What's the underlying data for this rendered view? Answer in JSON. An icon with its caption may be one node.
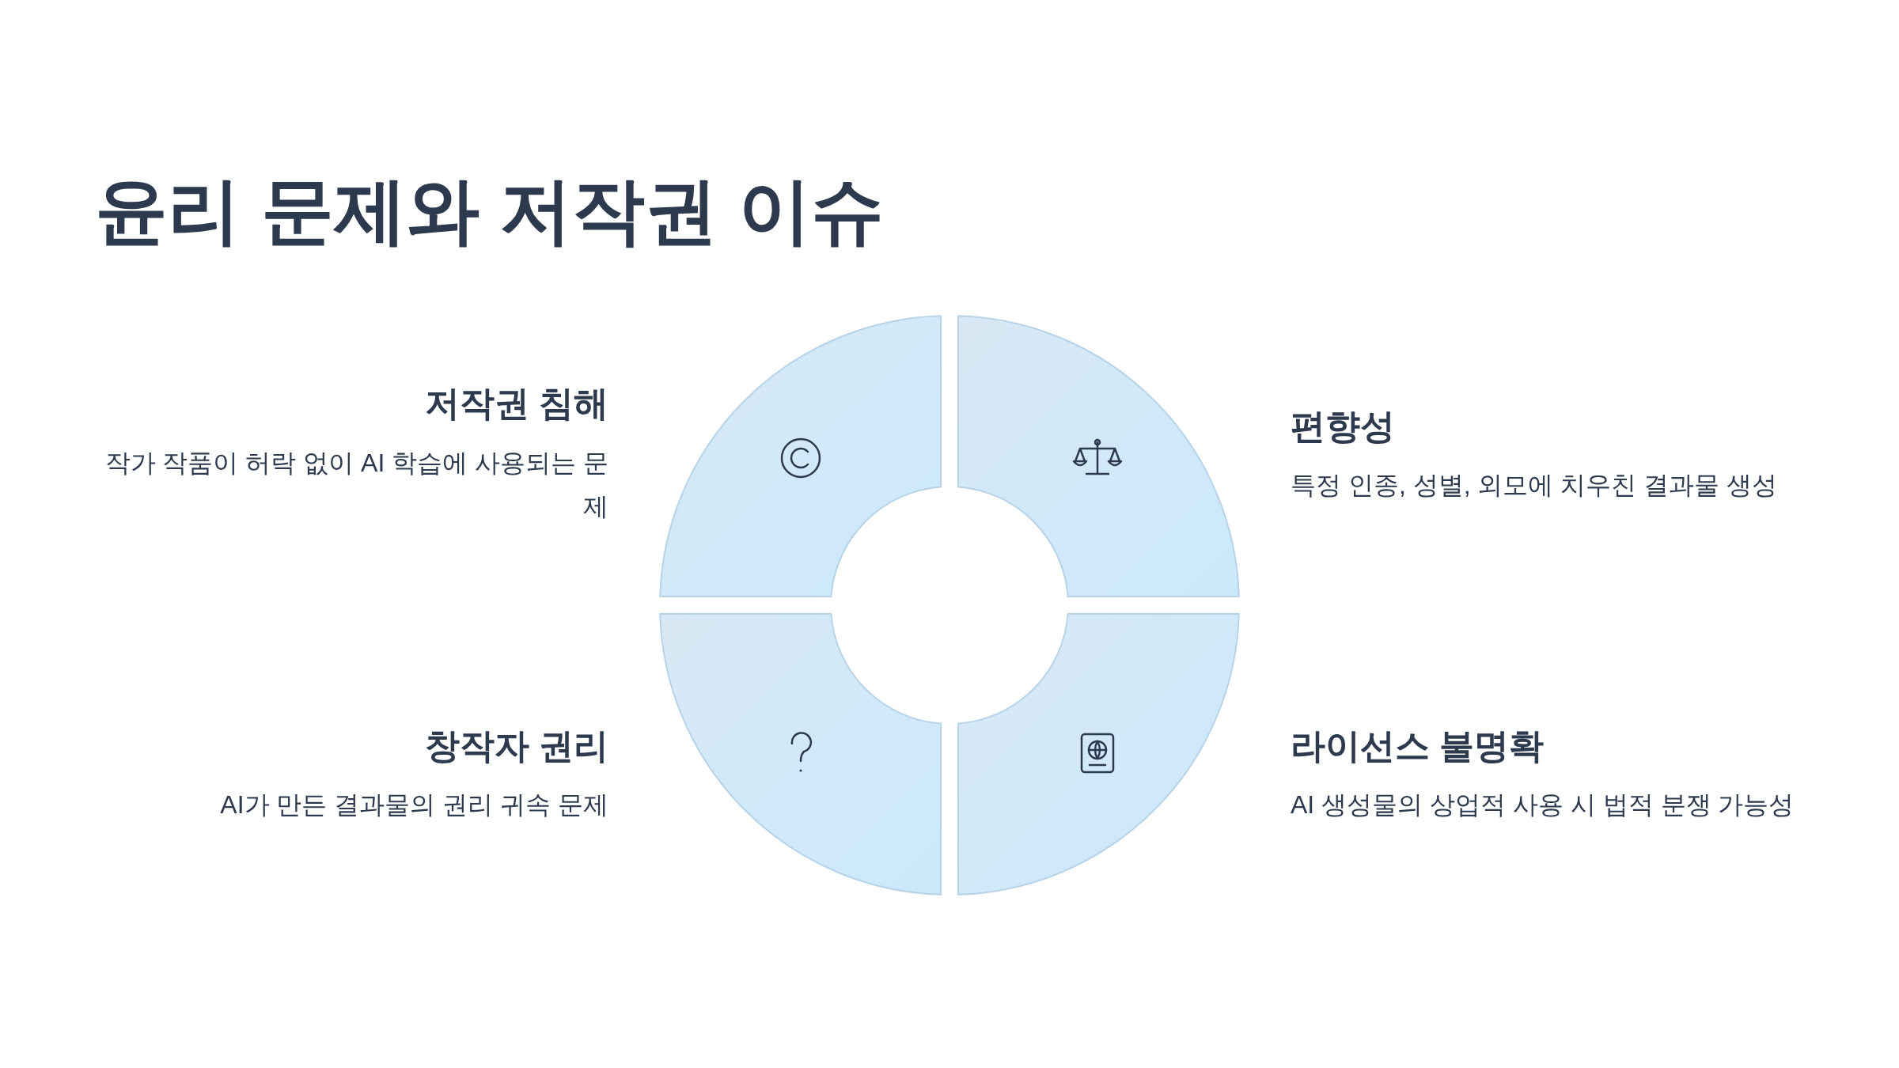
{
  "diagram": {
    "title": "윤리 문제와 저작권 이슈",
    "labels": [
      "저작권 침해",
      "작가 작품이 허락 없이 AI 학습에 사용되는 문제",
      "편향성",
      "특정 인종, 성별, 외모에 치우친 결과물 생성",
      "창작자 권리",
      "AI가 만든 결과물의 권리 귀속 문제",
      "라이선스 불명확",
      "AI 생성물의 상업적 사용 시 법적 분쟁 가능성"
    ]
  }
}
